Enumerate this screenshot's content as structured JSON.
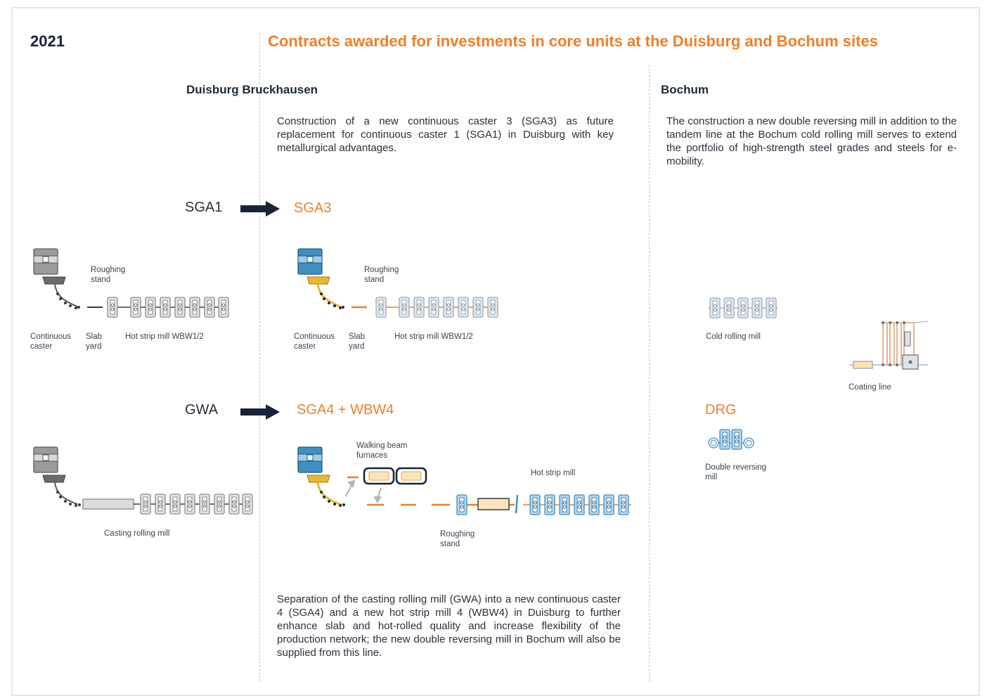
{
  "year": "2021",
  "headline": "Contracts awarded for investments in core units at the Duisburg and Bochum sites",
  "duisburg": {
    "title": "Duisburg Bruckhausen",
    "description_top": "Construction of a new continuous caster 3 (SGA3) as future replacement for continuous caster 1 (SGA1) in Duisburg with key metallurgical advantages.",
    "description_bottom": "Separation of the casting rolling mill (GWA) into a new continuous caster 4 (SGA4) and a new hot strip mill 4 (WBW4) in Duisburg to further enhance slab and hot-rolled quality and increase flexibility of the production network; the new double reversing mill in Bochum will also be supplied from this line.",
    "row1": {
      "old_unit": "SGA1",
      "new_unit": "SGA3",
      "old_labels": {
        "roughing": "Roughing\nstand",
        "caster": "Continuous\ncaster",
        "slab": "Slab\nyard",
        "mill": "Hot strip mill WBW1/2"
      },
      "new_labels": {
        "roughing": "Roughing\nstand",
        "caster": "Continuous\ncaster",
        "slab": "Slab\nyard",
        "mill": "Hot strip mill WBW1/2"
      }
    },
    "row2": {
      "old_unit": "GWA",
      "new_unit": "SGA4 + WBW4",
      "old_labels": {
        "mill": "Casting rolling mill"
      },
      "new_labels": {
        "furnaces": "Walking beam\nfurnaces",
        "hsm": "Hot strip mill",
        "roughing": "Roughing\nstand"
      }
    }
  },
  "bochum": {
    "title": "Bochum",
    "description": "The construction a new double reversing mill in addition to the tandem line at the Bochum cold rolling mill serves to extend the portfolio of high-strength steel grades and steels for e-mobility.",
    "cold_mill_label": "Cold rolling mill",
    "coating_label": "Coating line",
    "new_unit": "DRG",
    "drg_label": "Double reversing\nmill"
  },
  "colors": {
    "accent": "#f07f28",
    "navy": "#17233a",
    "blue": "#3f8fbf",
    "grey_equipment": "#8c8c8c",
    "grey_light": "#dde3ea"
  },
  "icons": {
    "arrow": "right-arrow-icon",
    "ladle": "ladle-icon",
    "stand": "rolling-stand-icon",
    "furnace": "walking-beam-furnace-icon",
    "coil": "coil-icon"
  }
}
